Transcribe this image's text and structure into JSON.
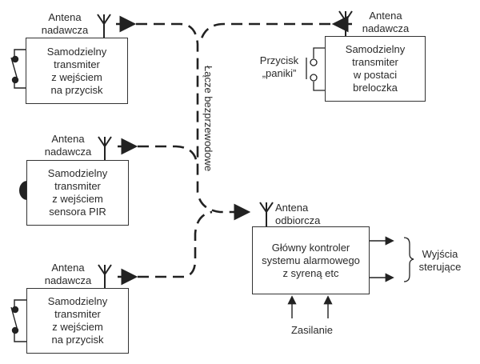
{
  "diagram": {
    "language": "pl",
    "colors": {
      "line": "#222222",
      "text": "#2a2a2a",
      "background": "#ffffff"
    },
    "transmitters": [
      {
        "id": "tx-button-top",
        "antenna_label": "Antena\nnadawcza",
        "text": "Samodzielny\ntransmiter\nz wejściem\nna przycisk",
        "input": "switch-icon"
      },
      {
        "id": "tx-keyfob",
        "antenna_label": "Antena\nnadawcza",
        "text": "Samodzielny\ntransmiter\nw postaci\nbreloczka",
        "input": "panic-button-icon",
        "input_label": "Przycisk\n„paniki”"
      },
      {
        "id": "tx-pir",
        "antenna_label": "Antena\nnadawcza",
        "text": "Samodzielny\ntransmiter\nz wejściem\nsensora PIR",
        "input": "pir-sensor-icon"
      },
      {
        "id": "tx-button-bottom",
        "antenna_label": "Antena\nnadawcza",
        "text": "Samodzielny\ntransmiter\nz wejściem\nna przycisk",
        "input": "switch-icon"
      }
    ],
    "wireless_link_label": "Łącze bezprzewodowe",
    "controller": {
      "antenna_label": "Antena\nodbiorcza",
      "text": "Główny kontroler\nsystemu alarmowego\nz syreną etc",
      "outputs_label": "Wyjścia\nsterujące",
      "power_label": "Zasilanie"
    }
  }
}
